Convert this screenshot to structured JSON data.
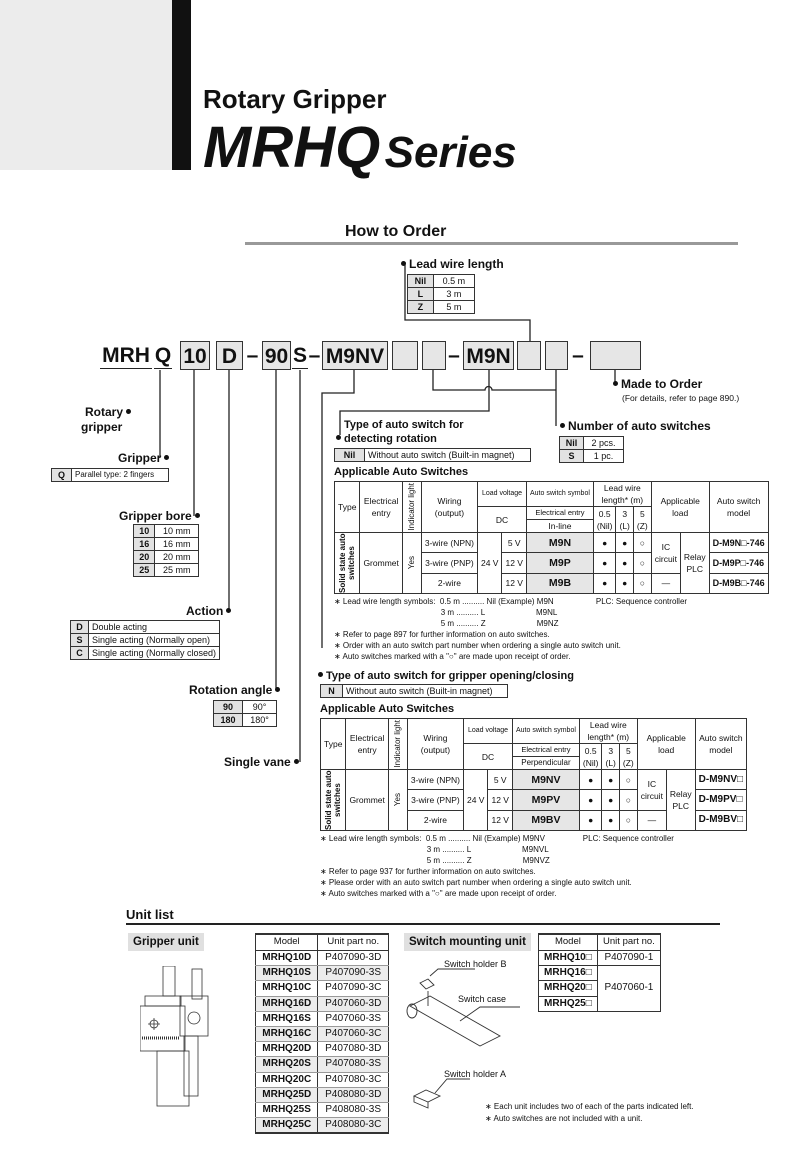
{
  "header": {
    "title_line1": "Rotary Gripper",
    "series_code": "MRHQ",
    "series_word": "Series"
  },
  "section_title": "How to Order",
  "order_code": {
    "parts": [
      "MRH",
      "Q",
      "10",
      "D",
      "–",
      "90",
      "S",
      "–",
      "M9NV",
      "–",
      "M9N",
      "–"
    ]
  },
  "lead_wire": {
    "title": "Lead wire length",
    "rows": [
      [
        "Nil",
        "0.5 m"
      ],
      [
        "L",
        "3 m"
      ],
      [
        "Z",
        "5 m"
      ]
    ]
  },
  "made_to_order": {
    "title": "Made to Order",
    "note": "(For details, refer to page 890.)"
  },
  "rotary_gripper": {
    "title_line1": "Rotary",
    "title_line2": "gripper"
  },
  "gripper": {
    "title": "Gripper",
    "rows": [
      [
        "Q",
        "Parallel type: 2 fingers"
      ]
    ]
  },
  "bore": {
    "title": "Gripper bore",
    "rows": [
      [
        "10",
        "10 mm"
      ],
      [
        "16",
        "16 mm"
      ],
      [
        "20",
        "20 mm"
      ],
      [
        "25",
        "25 mm"
      ]
    ]
  },
  "action": {
    "title": "Action",
    "rows": [
      [
        "D",
        "Double acting"
      ],
      [
        "S",
        "Single acting (Normally open)"
      ],
      [
        "C",
        "Single acting (Normally closed)"
      ]
    ]
  },
  "rotation": {
    "title": "Rotation angle",
    "rows": [
      [
        "90",
        "90°"
      ],
      [
        "180",
        "180°"
      ]
    ]
  },
  "single_vane": {
    "title": "Single vane"
  },
  "detect_rotation": {
    "title_line1": "Type of auto switch for",
    "title_line2": "detecting rotation",
    "rows": [
      [
        "Nil",
        "Without auto switch (Built-in magnet)"
      ]
    ]
  },
  "num_switches": {
    "title": "Number of auto switches",
    "rows": [
      [
        "Nil",
        "2 pcs."
      ],
      [
        "S",
        "1 pc."
      ]
    ]
  },
  "table1": {
    "title": "Applicable Auto Switches",
    "headers": {
      "type": "Type",
      "entry": "Electrical entry",
      "indicator": "Indicator light",
      "wiring": "Wiring (output)",
      "load_voltage": "Load voltage",
      "dc": "DC",
      "symbol": "Auto switch symbol",
      "elec_entry": "Electrical entry",
      "entry_dir": "In-line",
      "lead": "Lead wire length* (m)",
      "l05": "0.5 (Nil)",
      "l3": "3 (L)",
      "l5": "5 (Z)",
      "load": "Applicable load",
      "model": "Auto switch model"
    },
    "type": "Solid state auto switches",
    "entry": "Grommet",
    "indicator": "Yes",
    "v24": "24 V",
    "ic": "IC circuit",
    "relay": "Relay PLC",
    "rows": [
      {
        "wiring": "3-wire (NPN)",
        "v": "5 V",
        "sym": "M9N",
        "l05": "●",
        "l3": "●",
        "l5": "○",
        "model": "D-M9N□-746"
      },
      {
        "wiring": "3-wire (PNP)",
        "v": "12 V",
        "sym": "M9P",
        "l05": "●",
        "l3": "●",
        "l5": "○",
        "model": "D-M9P□-746"
      },
      {
        "wiring": "2-wire",
        "v": "12 V",
        "sym": "M9B",
        "l05": "●",
        "l3": "●",
        "l5": "○",
        "load": "—",
        "model": "D-M9B□-746"
      }
    ],
    "notes": [
      "∗ Lead wire length symbols:  0.5 m .......... Nil (Example) M9N                   PLC: Sequence controller",
      "                                                3 m .......... L                       M9NL",
      "                                                5 m .......... Z                       M9NZ",
      "∗ Refer to page 897 for further information on auto switches.",
      "∗ Order with an auto switch part number when ordering a single auto switch unit.",
      "∗ Auto switches marked with a \"○\" are made upon receipt of order."
    ]
  },
  "gripper_switch": {
    "title": "Type of auto switch for gripper opening/closing",
    "rows": [
      [
        "N",
        "Without auto switch (Built-in magnet)"
      ]
    ]
  },
  "table2": {
    "title": "Applicable Auto Switches",
    "headers": {
      "type": "Type",
      "entry": "Electrical entry",
      "indicator": "Indicator light",
      "wiring": "Wiring (output)",
      "load_voltage": "Load voltage",
      "dc": "DC",
      "symbol": "Auto switch symbol",
      "elec_entry": "Electrical entry",
      "entry_dir": "Perpendicular",
      "lead": "Lead wire length* (m)",
      "l05": "0.5 (Nil)",
      "l3": "3 (L)",
      "l5": "5 (Z)",
      "load": "Applicable load",
      "model": "Auto switch model"
    },
    "type": "Solid state auto switches",
    "entry": "Grommet",
    "indicator": "Yes",
    "v24": "24 V",
    "ic": "IC circuit",
    "relay": "Relay PLC",
    "rows": [
      {
        "wiring": "3-wire (NPN)",
        "v": "5 V",
        "sym": "M9NV",
        "l05": "●",
        "l3": "●",
        "l5": "○",
        "model": "D-M9NV□"
      },
      {
        "wiring": "3-wire (PNP)",
        "v": "12 V",
        "sym": "M9PV",
        "l05": "●",
        "l3": "●",
        "l5": "○",
        "model": "D-M9PV□"
      },
      {
        "wiring": "2-wire",
        "v": "12 V",
        "sym": "M9BV",
        "l05": "●",
        "l3": "●",
        "l5": "○",
        "load": "—",
        "model": "D-M9BV□"
      }
    ],
    "notes": [
      "∗ Lead wire length symbols:  0.5 m .......... Nil (Example) M9NV                 PLC: Sequence controller",
      "                                                3 m .......... L                       M9NVL",
      "                                                5 m .......... Z                       M9NVZ",
      "∗ Refer to page 937 for further information on auto switches.",
      "∗ Please order with an auto switch part number when ordering a single auto switch unit.",
      "∗ Auto switches marked with a \"○\" are made upon receipt of order."
    ]
  },
  "unit_list": {
    "title": "Unit list",
    "gripper_unit": {
      "title": "Gripper unit",
      "headers": [
        "Model",
        "Unit part no."
      ],
      "rows": [
        [
          "MRHQ10D",
          "P407090-3D"
        ],
        [
          "MRHQ10S",
          "P407090-3S"
        ],
        [
          "MRHQ10C",
          "P407090-3C"
        ],
        [
          "MRHQ16D",
          "P407060-3D"
        ],
        [
          "MRHQ16S",
          "P407060-3S"
        ],
        [
          "MRHQ16C",
          "P407060-3C"
        ],
        [
          "MRHQ20D",
          "P407080-3D"
        ],
        [
          "MRHQ20S",
          "P407080-3S"
        ],
        [
          "MRHQ20C",
          "P407080-3C"
        ],
        [
          "MRHQ25D",
          "P408080-3D"
        ],
        [
          "MRHQ25S",
          "P408080-3S"
        ],
        [
          "MRHQ25C",
          "P408080-3C"
        ]
      ]
    },
    "switch_unit": {
      "title": "Switch mounting unit",
      "headers": [
        "Model",
        "Unit part no."
      ],
      "models": [
        "MRHQ10□",
        "MRHQ16□",
        "MRHQ20□",
        "MRHQ25□"
      ],
      "parts": [
        "P407090-1",
        "P407060-1"
      ],
      "callouts": [
        "Switch holder B",
        "Switch case",
        "Switch holder A"
      ],
      "notes": [
        "∗ Each unit includes two of each of the parts indicated left.",
        "∗ Auto switches are not included with a unit."
      ]
    }
  }
}
